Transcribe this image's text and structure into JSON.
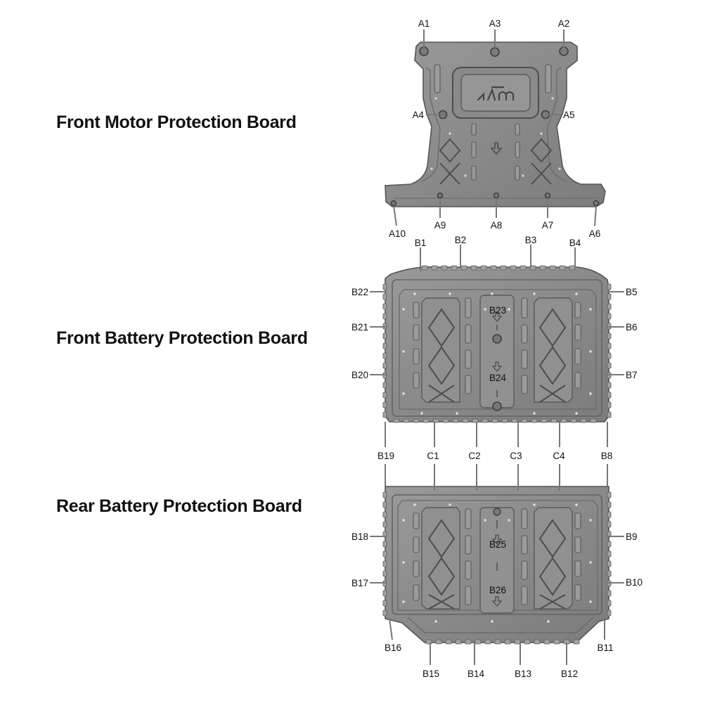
{
  "headings": {
    "front_motor": "Front Motor Protection Board",
    "front_battery": "Front Battery Protection Board",
    "rear_battery": "Rear Battery Protection Board"
  },
  "colors": {
    "plate": "#8e8e8e",
    "plate_edge": "#5a5a5a",
    "plate_light": "#a6a6a6",
    "rib": "#6e6e6e",
    "hole": "#f2f2f2",
    "leader": "#777777"
  },
  "callouts": {
    "A1": "A1",
    "A2": "A2",
    "A3": "A3",
    "A4": "A4",
    "A5": "A5",
    "A6": "A6",
    "A7": "A7",
    "A8": "A8",
    "A9": "A9",
    "A10": "A10",
    "B1": "B1",
    "B2": "B2",
    "B3": "B3",
    "B4": "B4",
    "B5": "B5",
    "B6": "B6",
    "B7": "B7",
    "B8": "B8",
    "B9": "B9",
    "B10": "B10",
    "B11": "B11",
    "B12": "B12",
    "B13": "B13",
    "B14": "B14",
    "B15": "B15",
    "B16": "B16",
    "B17": "B17",
    "B18": "B18",
    "B19": "B19",
    "B20": "B20",
    "B21": "B21",
    "B22": "B22",
    "B23": "B23",
    "B24": "B24",
    "B25": "B25",
    "B26": "B26",
    "C1": "C1",
    "C2": "C2",
    "C3": "C3",
    "C4": "C4"
  }
}
